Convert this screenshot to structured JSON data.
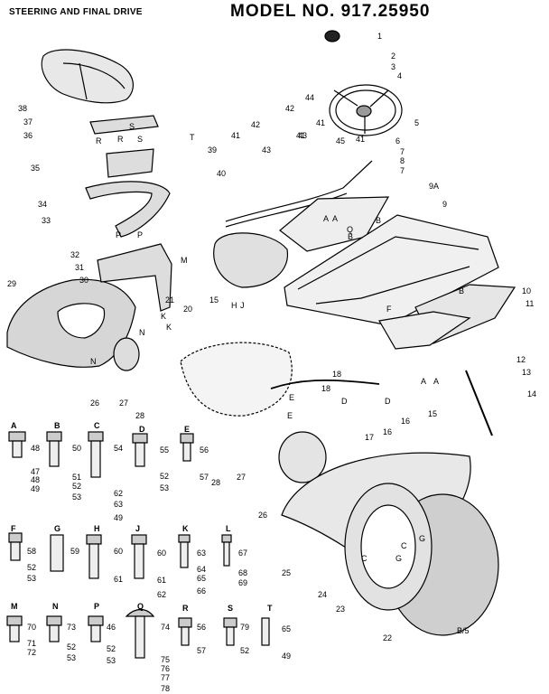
{
  "header": {
    "section_title": "STEERING AND FINAL DRIVE",
    "model": "MODEL NO. 917.25950"
  },
  "corner_code": "B/5",
  "callouts": [
    {
      "id": "c1",
      "text": "1"
    },
    {
      "id": "c2",
      "text": "2"
    },
    {
      "id": "c3",
      "text": "3"
    },
    {
      "id": "c4",
      "text": "4"
    },
    {
      "id": "c5",
      "text": "5"
    },
    {
      "id": "c6",
      "text": "6"
    },
    {
      "id": "c7a",
      "text": "7"
    },
    {
      "id": "c8",
      "text": "8"
    },
    {
      "id": "c7b",
      "text": "7"
    },
    {
      "id": "c9a",
      "text": "9A"
    },
    {
      "id": "c9",
      "text": "9"
    },
    {
      "id": "c10",
      "text": "10"
    },
    {
      "id": "c11",
      "text": "11"
    },
    {
      "id": "c12",
      "text": "12"
    },
    {
      "id": "c13",
      "text": "13"
    },
    {
      "id": "c14",
      "text": "14"
    },
    {
      "id": "c15a",
      "text": "15"
    },
    {
      "id": "c15b",
      "text": "15"
    },
    {
      "id": "c16a",
      "text": "16"
    },
    {
      "id": "c16b",
      "text": "16"
    },
    {
      "id": "c17",
      "text": "17"
    },
    {
      "id": "c18a",
      "text": "18"
    },
    {
      "id": "c18b",
      "text": "18"
    },
    {
      "id": "c20",
      "text": "20"
    },
    {
      "id": "c21",
      "text": "21"
    },
    {
      "id": "c22",
      "text": "22"
    },
    {
      "id": "c23",
      "text": "23"
    },
    {
      "id": "c24",
      "text": "24"
    },
    {
      "id": "c25",
      "text": "25"
    },
    {
      "id": "c26a",
      "text": "26"
    },
    {
      "id": "c26b",
      "text": "26"
    },
    {
      "id": "c27a",
      "text": "27"
    },
    {
      "id": "c27b",
      "text": "27"
    },
    {
      "id": "c28a",
      "text": "28"
    },
    {
      "id": "c28b",
      "text": "28"
    },
    {
      "id": "c29",
      "text": "29"
    },
    {
      "id": "c30",
      "text": "30"
    },
    {
      "id": "c31",
      "text": "31"
    },
    {
      "id": "c32",
      "text": "32"
    },
    {
      "id": "c33",
      "text": "33"
    },
    {
      "id": "c34",
      "text": "34"
    },
    {
      "id": "c35",
      "text": "35"
    },
    {
      "id": "c36",
      "text": "36"
    },
    {
      "id": "c37",
      "text": "37"
    },
    {
      "id": "c38",
      "text": "38"
    },
    {
      "id": "c39",
      "text": "39"
    },
    {
      "id": "c40",
      "text": "40"
    },
    {
      "id": "c41a",
      "text": "41"
    },
    {
      "id": "c41b",
      "text": "41"
    },
    {
      "id": "c41c",
      "text": "41"
    },
    {
      "id": "c41d",
      "text": "41"
    },
    {
      "id": "c42a",
      "text": "42"
    },
    {
      "id": "c42b",
      "text": "42"
    },
    {
      "id": "c43a",
      "text": "43"
    },
    {
      "id": "c43b",
      "text": "43"
    },
    {
      "id": "c44",
      "text": "44"
    },
    {
      "id": "c45",
      "text": "45"
    },
    {
      "id": "lA1",
      "text": "A"
    },
    {
      "id": "lA2",
      "text": "A"
    },
    {
      "id": "lA3",
      "text": "A"
    },
    {
      "id": "lA4",
      "text": "A"
    },
    {
      "id": "lB1",
      "text": "B"
    },
    {
      "id": "lB2",
      "text": "B"
    },
    {
      "id": "lB3",
      "text": "B"
    },
    {
      "id": "lR1",
      "text": "R"
    },
    {
      "id": "lR2",
      "text": "R"
    },
    {
      "id": "lS1",
      "text": "S"
    },
    {
      "id": "lS2",
      "text": "S"
    },
    {
      "id": "lT1",
      "text": "T"
    },
    {
      "id": "lP1",
      "text": "P"
    },
    {
      "id": "lP2",
      "text": "P"
    },
    {
      "id": "lM1",
      "text": "M"
    },
    {
      "id": "lK1",
      "text": "K"
    },
    {
      "id": "lK2",
      "text": "K"
    },
    {
      "id": "lN1",
      "text": "N"
    },
    {
      "id": "lN2",
      "text": "N"
    },
    {
      "id": "lH1",
      "text": "H"
    },
    {
      "id": "lJ1",
      "text": "J"
    },
    {
      "id": "lE1",
      "text": "E"
    },
    {
      "id": "lE2",
      "text": "E"
    },
    {
      "id": "lD1",
      "text": "D"
    },
    {
      "id": "lD2",
      "text": "D"
    },
    {
      "id": "lF1",
      "text": "F"
    },
    {
      "id": "lG1",
      "text": "G"
    },
    {
      "id": "lG2",
      "text": "G"
    },
    {
      "id": "lC1",
      "text": "C"
    },
    {
      "id": "lC2",
      "text": "C"
    },
    {
      "id": "lQ1",
      "text": "Q"
    }
  ],
  "hardware_groups": [
    {
      "letter": "A",
      "parts": [
        "48",
        "47",
        "48",
        "49"
      ]
    },
    {
      "letter": "B",
      "parts": [
        "50",
        "51",
        "52",
        "53"
      ]
    },
    {
      "letter": "C",
      "parts": [
        "54",
        "62",
        "63",
        "49"
      ]
    },
    {
      "letter": "D",
      "parts": [
        "55",
        "52",
        "53"
      ]
    },
    {
      "letter": "E",
      "parts": [
        "56",
        "57"
      ]
    },
    {
      "letter": "F",
      "parts": [
        "58",
        "52",
        "53"
      ]
    },
    {
      "letter": "G",
      "parts": [
        "59"
      ]
    },
    {
      "letter": "H",
      "parts": [
        "60",
        "61"
      ]
    },
    {
      "letter": "J",
      "parts": [
        "60",
        "61",
        "62"
      ]
    },
    {
      "letter": "K",
      "parts": [
        "63",
        "64",
        "65",
        "66"
      ]
    },
    {
      "letter": "L",
      "parts": [
        "67",
        "68",
        "69"
      ]
    },
    {
      "letter": "M",
      "parts": [
        "70",
        "71",
        "72"
      ]
    },
    {
      "letter": "N",
      "parts": [
        "73",
        "52",
        "53"
      ]
    },
    {
      "letter": "P",
      "parts": [
        "46",
        "52",
        "53"
      ]
    },
    {
      "letter": "Q",
      "parts": [
        "74",
        "75",
        "76",
        "77",
        "78"
      ]
    },
    {
      "letter": "R",
      "parts": [
        "56",
        "57"
      ]
    },
    {
      "letter": "S",
      "parts": [
        "79",
        "52"
      ]
    },
    {
      "letter": "T",
      "parts": [
        "65",
        "49"
      ]
    }
  ]
}
